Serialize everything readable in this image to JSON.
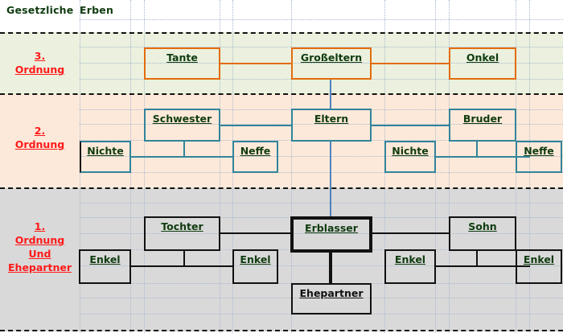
{
  "title": "Gesetzliche Erben",
  "orders": [
    {
      "id": "order-3",
      "lines": [
        "3.",
        "Ordnung"
      ]
    },
    {
      "id": "order-2",
      "lines": [
        "2.",
        "Ordnung"
      ]
    },
    {
      "id": "order-1",
      "lines": [
        "1.",
        "Ordnung",
        "Und",
        "Ehepartner"
      ]
    }
  ],
  "colors": {
    "order3_band": "#ebf1de",
    "order2_band": "#fde9d9",
    "order1_band": "#d9d9d9",
    "order3_border": "#e36c0a",
    "order2_border": "#31849b",
    "order1_border": "#111111",
    "label_red": "#ff1a1a",
    "text_green": "#0f3b0f"
  },
  "nodes": {
    "tante": "Tante",
    "grosseltern": "Großeltern",
    "onkel": "Onkel",
    "schwester": "Schwester",
    "eltern": "Eltern",
    "bruder": "Bruder",
    "nichte_left": "Nichte",
    "neffe_left": "Neffe",
    "nichte_right": "Nichte",
    "neffe_right": "Neffe",
    "tochter": "Tochter",
    "erblasser": "Erblasser",
    "sohn": "Sohn",
    "enkel_1": "Enkel",
    "enkel_2": "Enkel",
    "enkel_3": "Enkel",
    "enkel_4": "Enkel",
    "ehepartner": "Ehepartner"
  }
}
